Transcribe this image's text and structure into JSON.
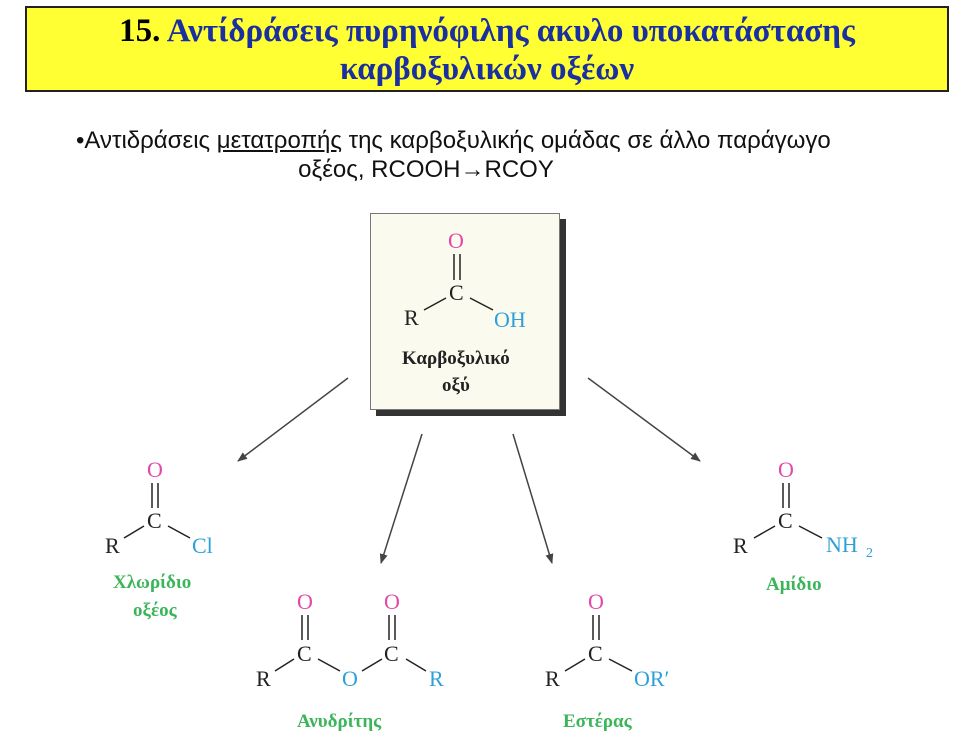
{
  "slide": {
    "title_number": "15.",
    "title_line1": "Αντίδράσεις πυρηνόφιλης ακυλο υποκατάστασης",
    "title_line2": "καρβοξυλικών οξέων",
    "bullet_prefix": "•Αντιδράσεις ",
    "bullet_underlined": "μετατροπής",
    "bullet_rest": " της καρβοξυλικής ομάδας σε άλλο παράγωγο",
    "bullet_line2": "οξέος, RCOOH→RCOY"
  },
  "atoms": {
    "O": "O",
    "C": "C",
    "R": "R",
    "OH": "OH",
    "Cl": "Cl",
    "NH": "NH",
    "sub2": "2",
    "ORp": "OR′"
  },
  "labels": {
    "acid_1": "Καρβοξυλικό",
    "acid_2": "οξύ",
    "chloride_1": "Χλωρίδιο",
    "chloride_2": "οξέος",
    "amide": "Αμίδιο",
    "anhydride": "Ανυδρίτης",
    "ester": "Εστέρας"
  },
  "colors": {
    "title_bg": "#ffff33",
    "title_text": "#1a2fa0",
    "oxygen": "#e04aa8",
    "heteroatom": "#2ea0d8",
    "derivative_label": "#3cb55a"
  }
}
